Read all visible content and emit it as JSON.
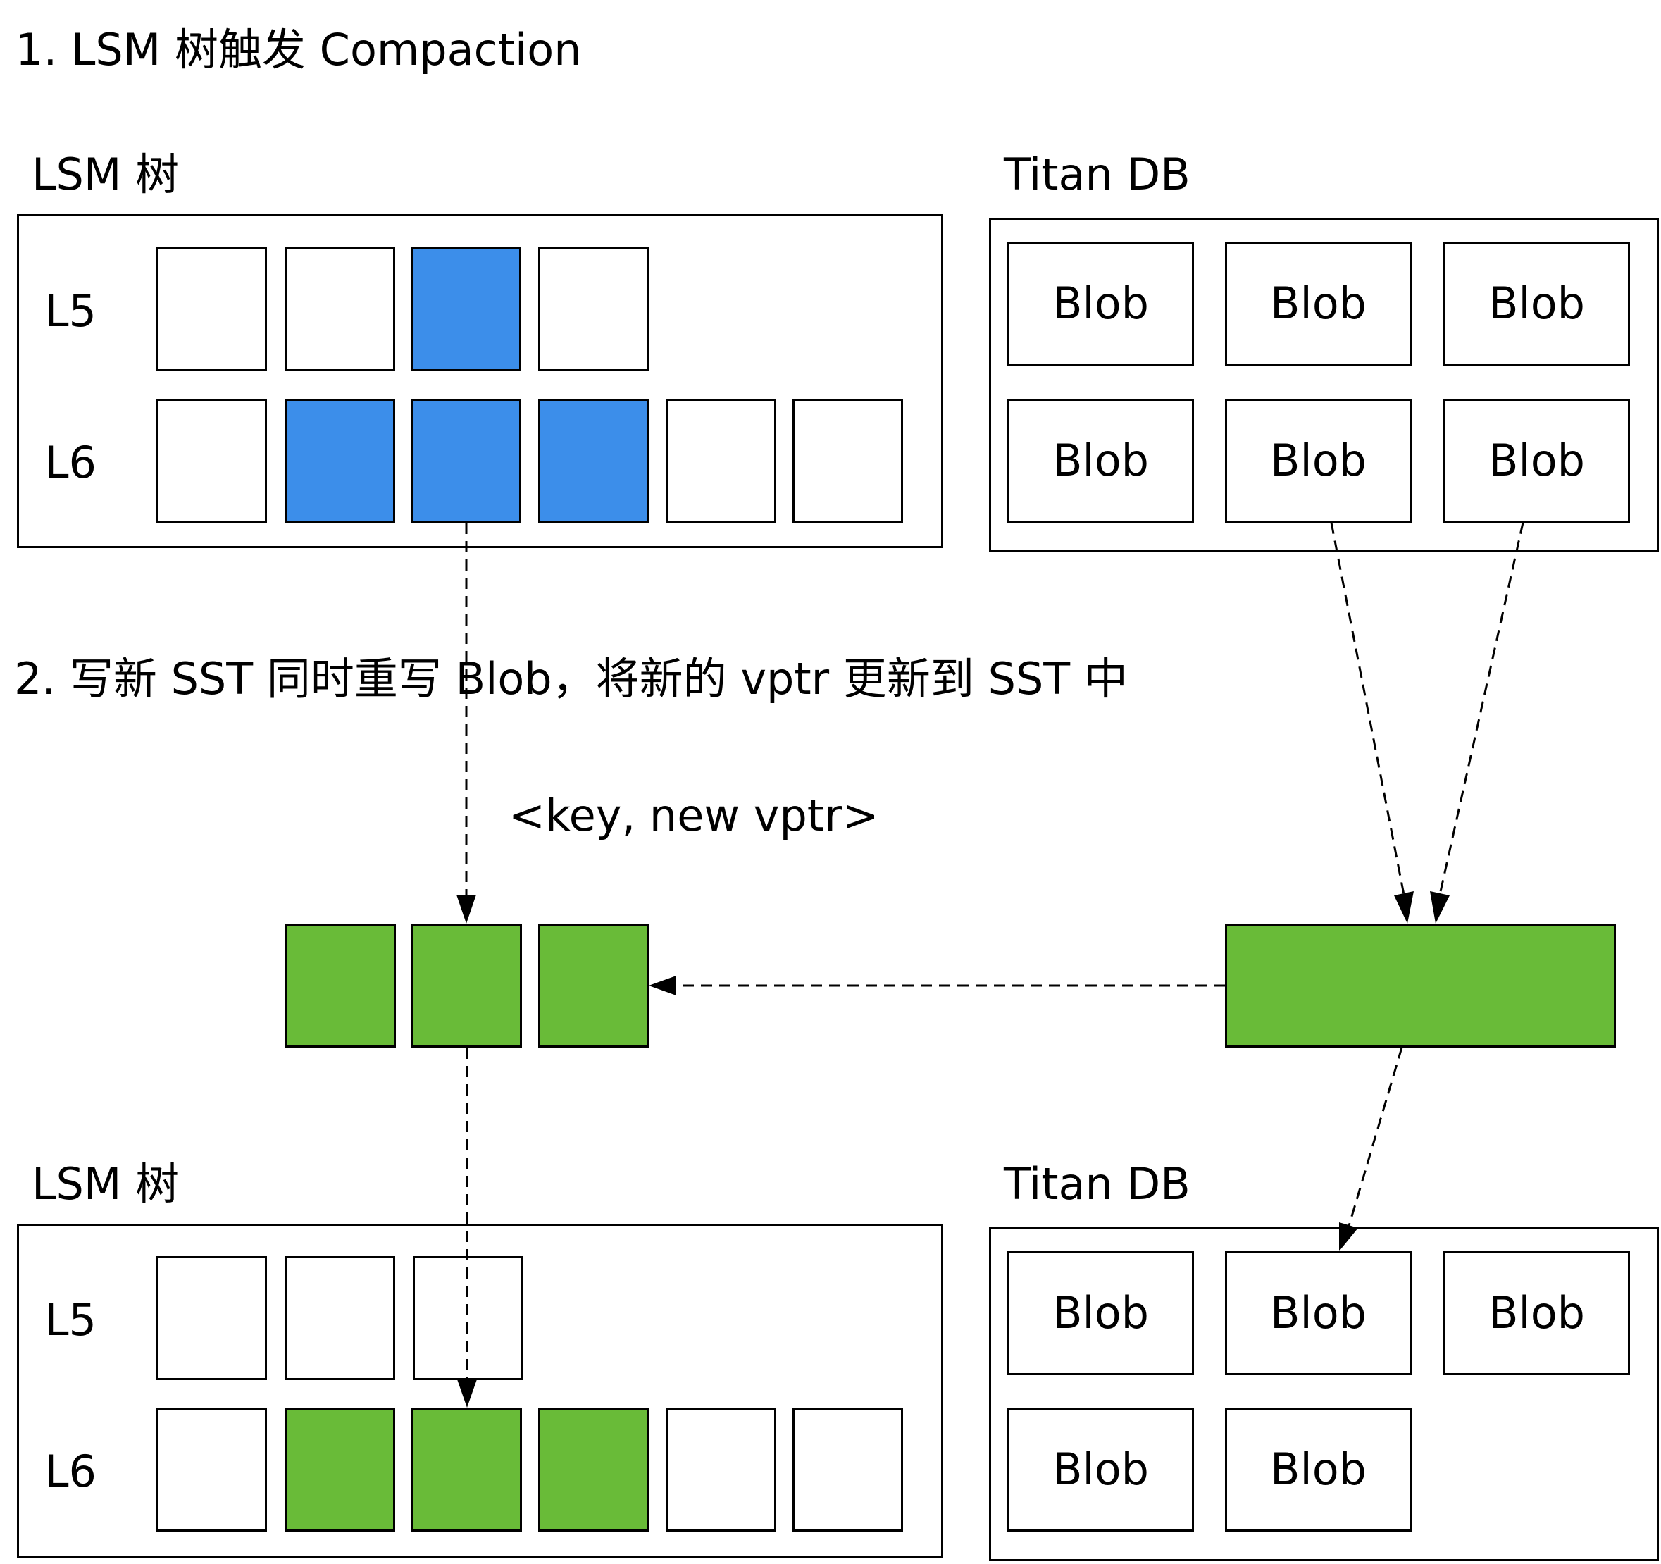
{
  "steps": {
    "step1": "1. LSM 树触发 Compaction",
    "step2": "2. 写新 SST 同时重写 Blob，将新的 vptr 更新到 SST 中"
  },
  "note": "<key, new vptr>",
  "top": {
    "lsm_title": "LSM 树",
    "titan_title": "Titan DB",
    "levels": [
      "L5",
      "L6"
    ],
    "blobs": [
      "Blob",
      "Blob",
      "Blob",
      "Blob",
      "Blob",
      "Blob"
    ]
  },
  "bottom": {
    "lsm_title": "LSM 树",
    "titan_title": "Titan DB",
    "levels": [
      "L5",
      "L6"
    ],
    "blobs": [
      "Blob",
      "Blob",
      "Blob",
      "Blob",
      "Blob"
    ]
  },
  "colors": {
    "selected_old": "#3c8eea",
    "new_written": "#69bb38",
    "border": "#000000",
    "background": "#ffffff"
  }
}
